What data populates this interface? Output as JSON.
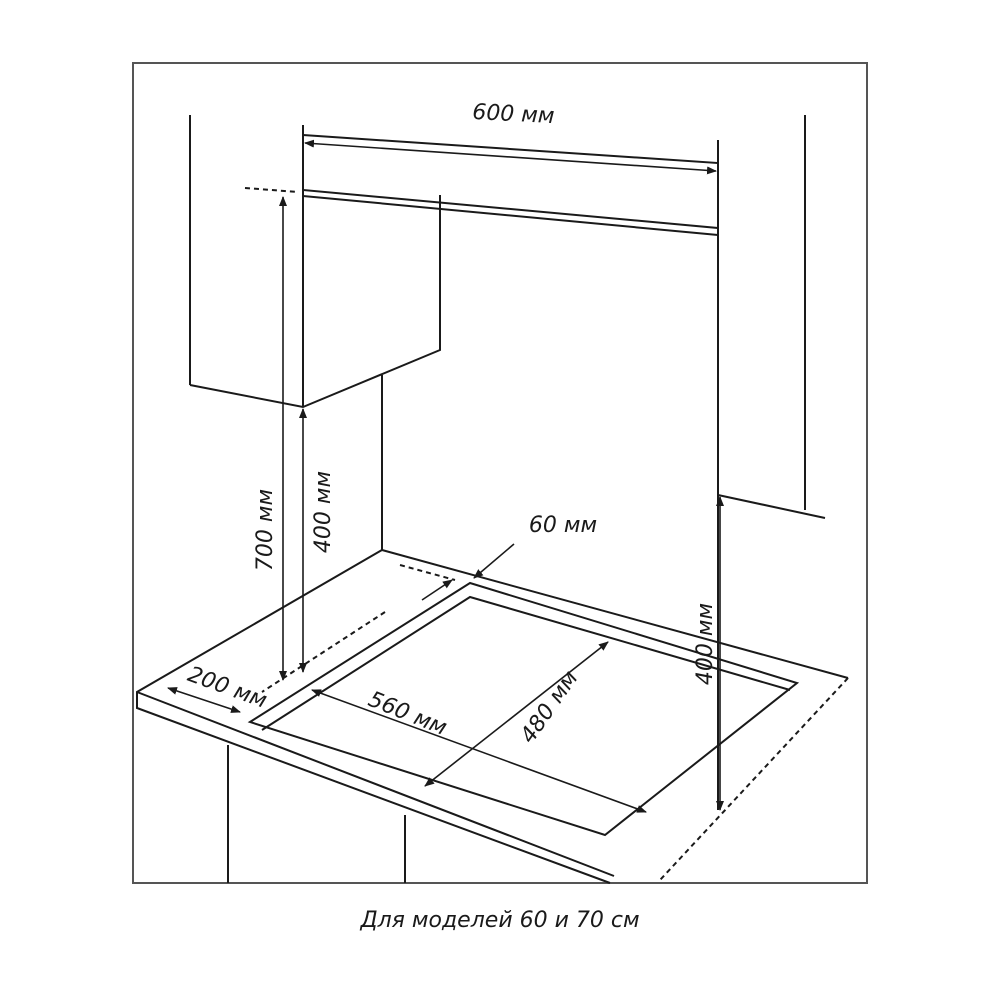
{
  "diagram": {
    "labels": {
      "hood_width": "600 мм",
      "upper_height": "700 мм",
      "cabinet_clearance": "400 мм",
      "right_clearance": "400 мм",
      "back_gap": "60 мм",
      "side_gap": "200 мм",
      "cutout_width": "560 мм",
      "cutout_depth": "480 мм"
    },
    "caption": "Для моделей 60 и 70 см",
    "colors": {
      "hood_fill": "#c4c5c7",
      "line": "#1a1a1a"
    }
  }
}
